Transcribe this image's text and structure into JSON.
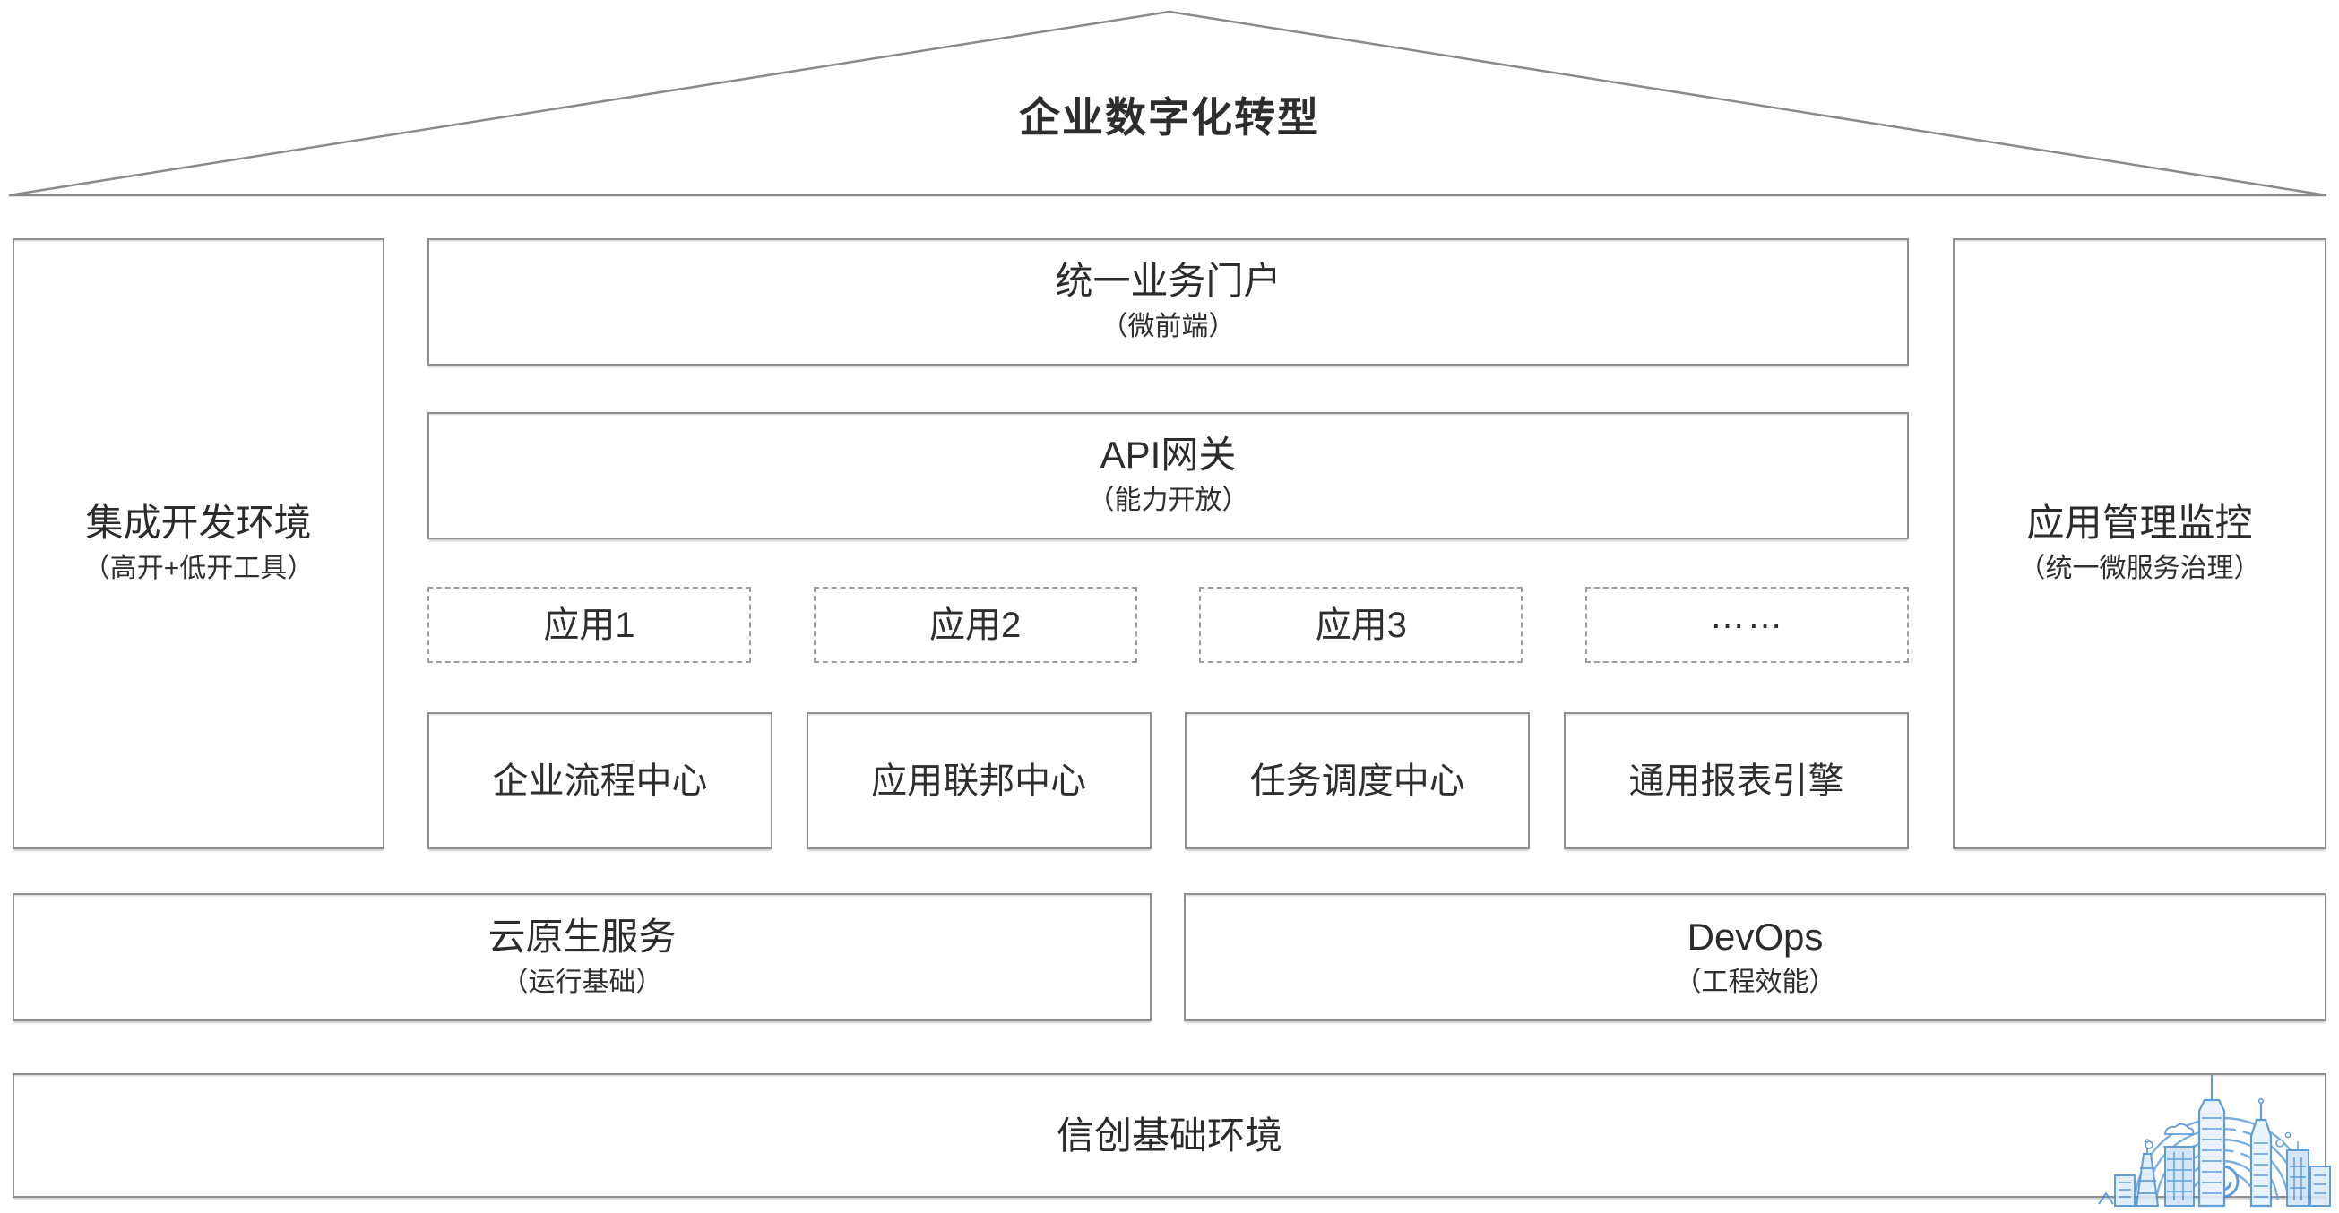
{
  "roof": {
    "title": "企业数字化转型"
  },
  "side_panels": {
    "left": {
      "label": "集成开发环境",
      "sublabel": "（高开+低开工具）"
    },
    "right": {
      "label": "应用管理监控",
      "sublabel": "（统一微服务治理）"
    }
  },
  "middle": {
    "portal": {
      "label": "统一业务门户",
      "sublabel": "（微前端）"
    },
    "gateway": {
      "label": "API网关",
      "sublabel": "（能力开放）"
    },
    "apps": [
      {
        "label": "应用1"
      },
      {
        "label": "应用2"
      },
      {
        "label": "应用3"
      },
      {
        "label": "……"
      }
    ],
    "centers": [
      {
        "label": "企业流程中心"
      },
      {
        "label": "应用联邦中心"
      },
      {
        "label": "任务调度中心"
      },
      {
        "label": "通用报表引擎"
      }
    ]
  },
  "foundation": {
    "cloud": {
      "label": "云原生服务",
      "sublabel": "（运行基础）"
    },
    "devops": {
      "label": "DevOps",
      "sublabel": "（工程效能）"
    }
  },
  "base": {
    "label": "信创基础环境"
  },
  "watermark": {
    "icon": "city-skyline-fingerprint-logo",
    "color": "#4a90d8"
  },
  "colors": {
    "background": "#ffffff",
    "border_gray": "#8f8f8f",
    "dashed_gray": "#9e9e9e",
    "roof_line_gray": "#8a8a8a",
    "text_dark": "#2b2b2b",
    "watermark_blue": "#4a90d8",
    "watermark_fill": "#bcd6f2"
  }
}
